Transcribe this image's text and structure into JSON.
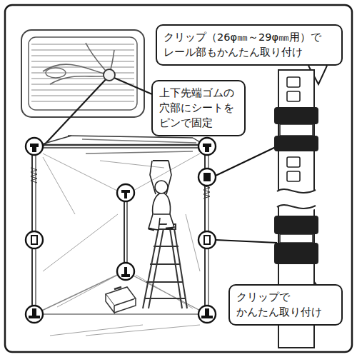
{
  "diagram": {
    "nodes": [
      {
        "text": [
          "クリップ（26φ㎜～29φ㎜用）で レール部もかんたん取り付け"
        ]
      },
      {
        "text": [
          "上下先端ゴムの 穴部にシートを ピンで固定"
        ]
      },
      {
        "text": [
          "クリップで かんたん取り付け"
        ]
      }
    ]
  }
}
